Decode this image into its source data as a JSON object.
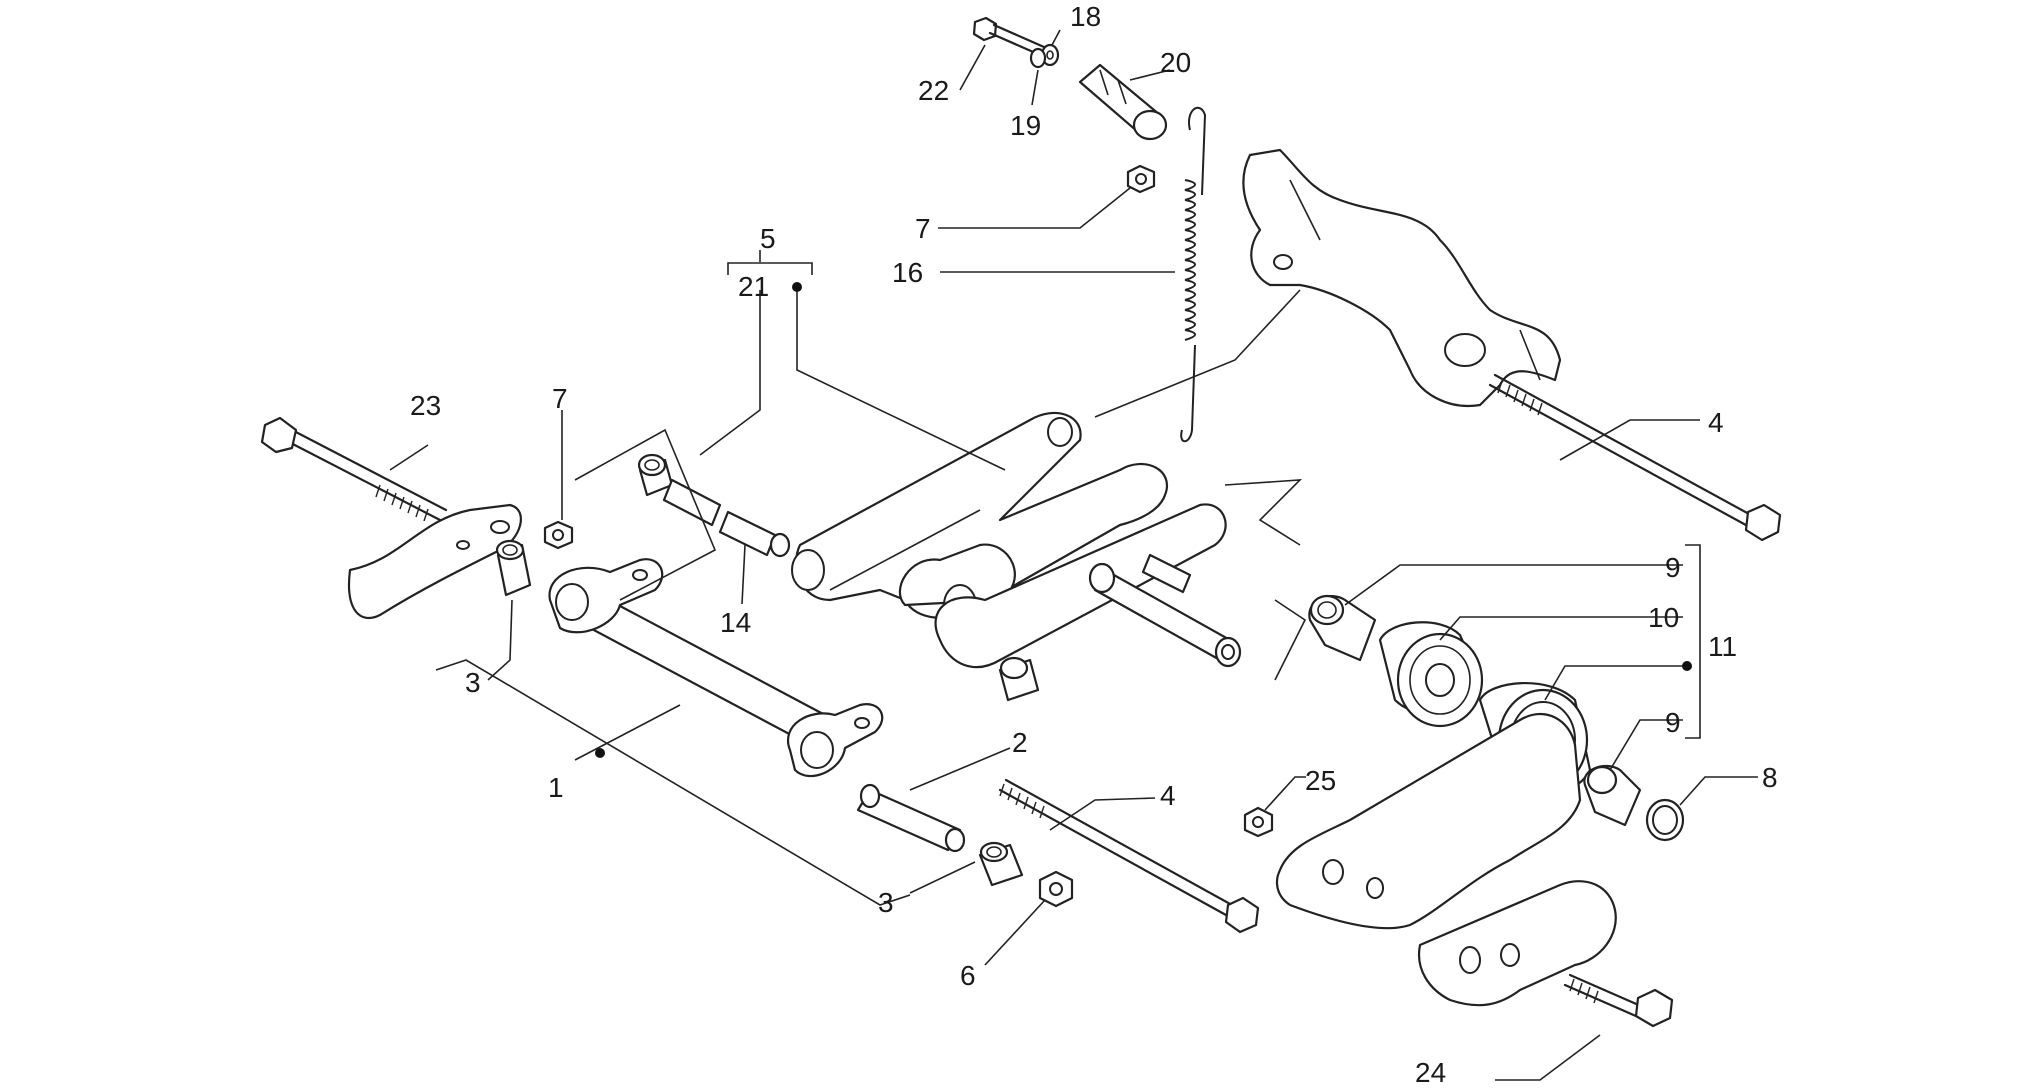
{
  "callouts": [
    {
      "id": "c1",
      "text": "1"
    },
    {
      "id": "c2",
      "text": "2"
    },
    {
      "id": "c3a",
      "text": "3"
    },
    {
      "id": "c3b",
      "text": "3"
    },
    {
      "id": "c4a",
      "text": "4"
    },
    {
      "id": "c4b",
      "text": "4"
    },
    {
      "id": "c5",
      "text": "5"
    },
    {
      "id": "c6",
      "text": "6"
    },
    {
      "id": "c7a",
      "text": "7"
    },
    {
      "id": "c7b",
      "text": "7"
    },
    {
      "id": "c8",
      "text": "8"
    },
    {
      "id": "c9a",
      "text": "9"
    },
    {
      "id": "c9b",
      "text": "9"
    },
    {
      "id": "c10",
      "text": "10"
    },
    {
      "id": "c11",
      "text": "11"
    },
    {
      "id": "c14",
      "text": "14"
    },
    {
      "id": "c16",
      "text": "16"
    },
    {
      "id": "c18",
      "text": "18"
    },
    {
      "id": "c19",
      "text": "19"
    },
    {
      "id": "c20",
      "text": "20"
    },
    {
      "id": "c21",
      "text": "21"
    },
    {
      "id": "c22",
      "text": "22"
    },
    {
      "id": "c23",
      "text": "23"
    },
    {
      "id": "c24",
      "text": "24"
    },
    {
      "id": "c25",
      "text": "25"
    }
  ]
}
